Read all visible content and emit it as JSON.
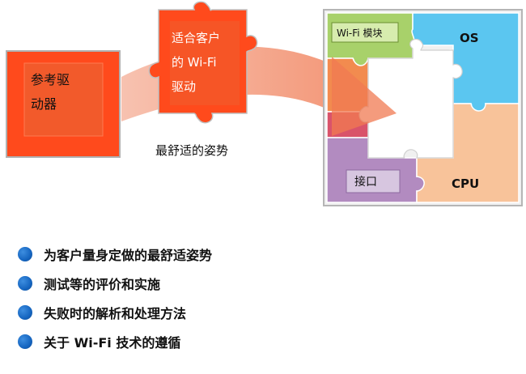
{
  "diagram": {
    "ref_driver_label_line1": "参考驱",
    "ref_driver_label_line2": "动器",
    "custom_driver_line1": "适合客户",
    "custom_driver_line2": "的 Wi-Fi",
    "custom_driver_line3": "驱动",
    "arrow_caption": "最舒适的姿势",
    "puzzle": {
      "wifi_module": "Wi-Fi 模块",
      "os": "OS",
      "interface": "接口",
      "cpu": "CPU"
    },
    "colors": {
      "orange_red": "#ff4a1c",
      "arrow": "#f39070",
      "wifi_green": "#a8d16a",
      "os_blue": "#5bc6f0",
      "interface_purple": "#b28bc0",
      "cpu_peach": "#f8c39a",
      "bullet_blue": "#1565c0"
    }
  },
  "bullets": [
    "为客户量身定做的最舒适姿势",
    "测试等的评价和实施",
    "失败时的解析和处理方法",
    "关于 Wi-Fi 技术的遵循"
  ]
}
